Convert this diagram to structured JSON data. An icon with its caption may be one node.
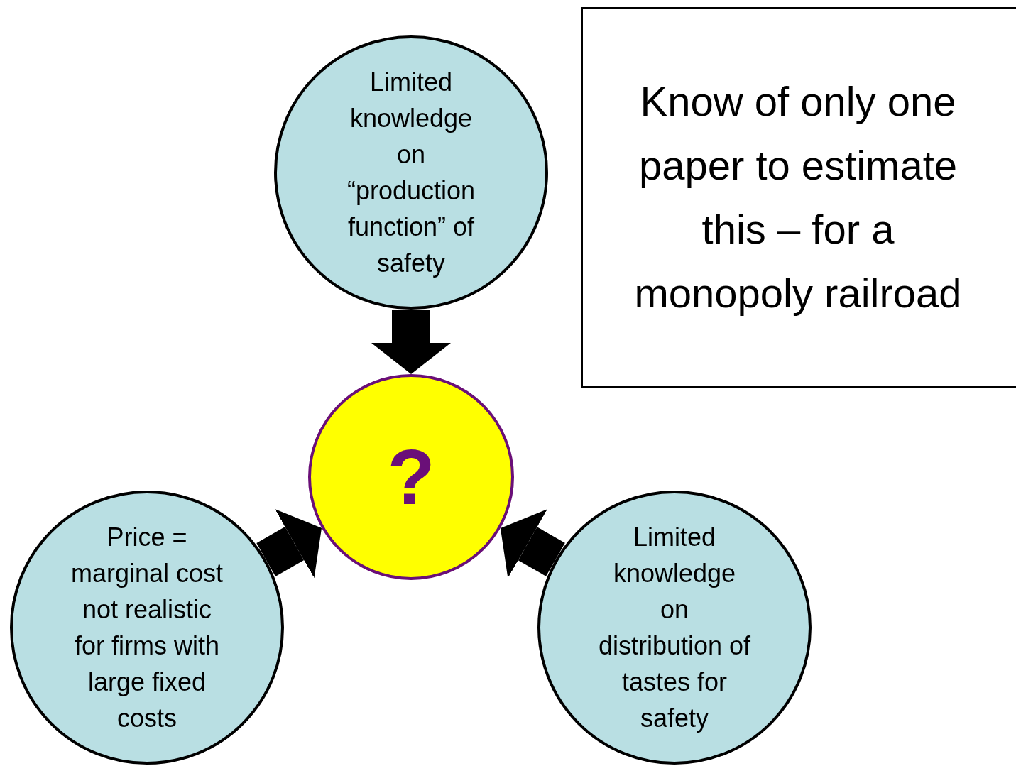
{
  "diagram": {
    "nodes": [
      {
        "text": [
          "Limited knowledge on “production function” of safety"
        ]
      },
      {
        "text": [
          "?"
        ]
      },
      {
        "text": [
          "Price = marginal cost not realistic for firms with large fixed costs"
        ]
      },
      {
        "text": [
          "Limited knowledge on distribution of tastes for safety"
        ]
      },
      {
        "text": [
          "Know of only one paper to estimate this – for a monopoly railroad"
        ]
      }
    ],
    "edges": [
      {
        "from": 0,
        "to": 1,
        "arrow": "to"
      },
      {
        "from": 2,
        "to": 1,
        "arrow": "to"
      },
      {
        "from": 3,
        "to": 1,
        "arrow": "to"
      }
    ]
  }
}
